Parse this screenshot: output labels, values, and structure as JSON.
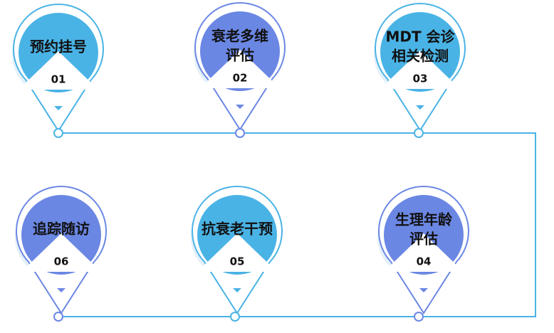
{
  "colors": {
    "blue": "#4ab3e6",
    "periwinkle": "#6b87e4",
    "line": "#4ab3e6",
    "text": "#111111"
  },
  "steps": [
    {
      "lines": [
        "预约挂号"
      ],
      "num": "01",
      "fill": "blue"
    },
    {
      "lines": [
        "衰老多维",
        "评估"
      ],
      "num": "02",
      "fill": "periwinkle"
    },
    {
      "lines": [
        "MDT 会诊",
        "相关检测"
      ],
      "num": "03",
      "fill": "blue"
    },
    {
      "lines": [
        "生理年龄",
        "评估"
      ],
      "num": "04",
      "fill": "periwinkle"
    },
    {
      "lines": [
        "抗衰老干预"
      ],
      "num": "05",
      "fill": "blue"
    },
    {
      "lines": [
        "追踪随访"
      ],
      "num": "06",
      "fill": "periwinkle"
    }
  ]
}
